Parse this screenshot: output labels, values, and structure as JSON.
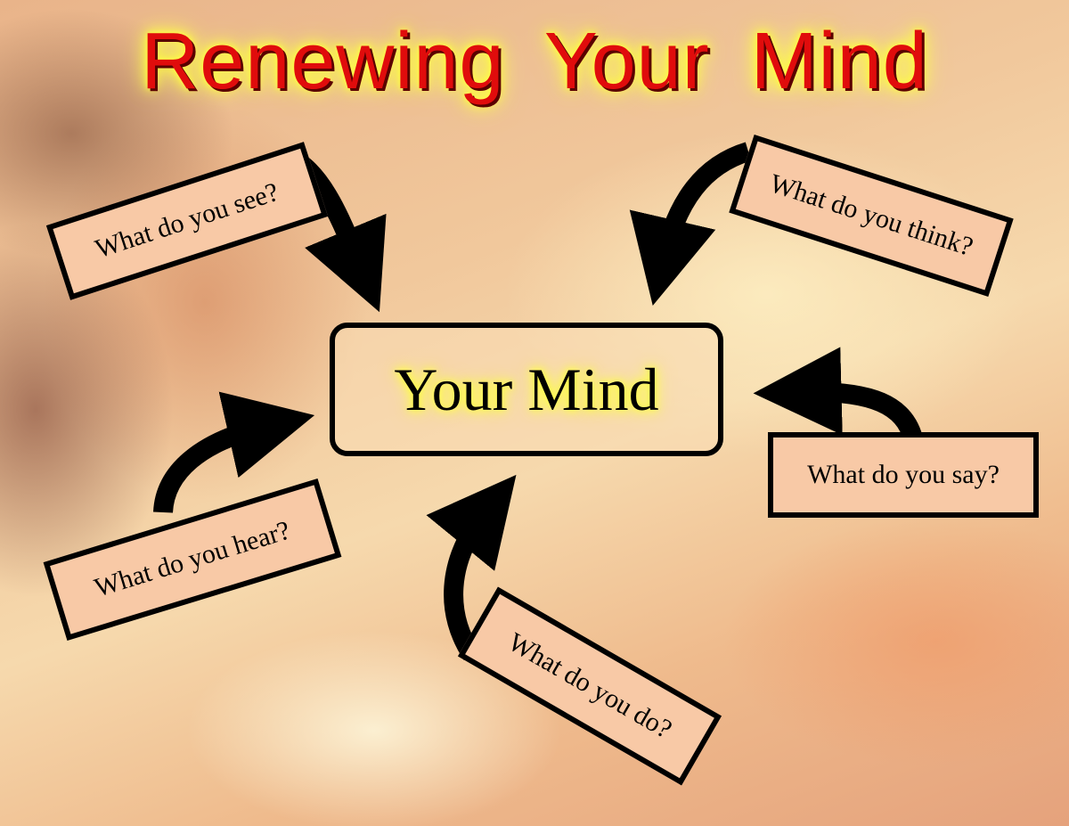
{
  "title": "Renewing Your Mind",
  "center": "Your Mind",
  "inputs": {
    "see": "What do you see?",
    "think": "What do you think?",
    "say": "What do you say?",
    "hear": "What do you hear?",
    "do": "What do you do?"
  },
  "colors": {
    "title_text": "#e00c0c",
    "glow": "#ffff40",
    "box_fill": "#f8c9a6",
    "outline": "#000000"
  },
  "icons": [
    "curved-arrow-icon"
  ]
}
